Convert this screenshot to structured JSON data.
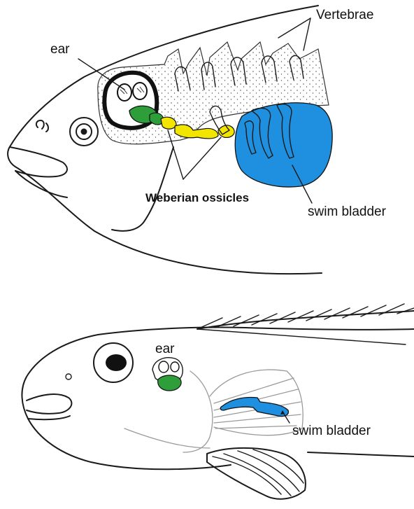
{
  "top_figure": {
    "labels": {
      "vertebrae": "Vertebrae",
      "ear": "ear",
      "weberian": "Weberian ossicles",
      "swim_bladder": "swim bladder"
    }
  },
  "bottom_figure": {
    "labels": {
      "ear": "ear",
      "swim_bladder": "swim bladder"
    }
  },
  "colors": {
    "swim_bladder": "#1e90df",
    "ossicle_yellow": "#f2e600",
    "ear_green": "#2e9e3a",
    "outline": "#1a1a1a"
  }
}
